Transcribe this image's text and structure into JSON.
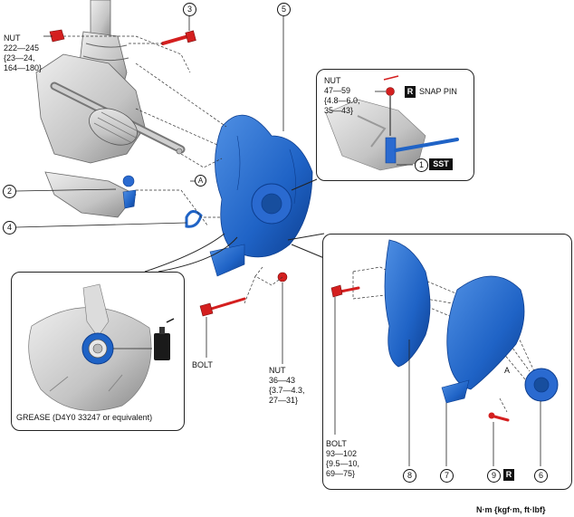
{
  "callouts": {
    "c1": "1",
    "c2": "2",
    "c3": "3",
    "c4": "4",
    "c5": "5",
    "c6": "6",
    "c7": "7",
    "c8": "8",
    "c9": "9",
    "ref_a1": "A",
    "ref_a2": "A"
  },
  "labels": {
    "nut_top": "NUT\n222—245\n{23—24,\n164—180}",
    "nut_snap": "NUT\n47—59\n{4.8—6.0,\n35—43}",
    "snap_pin": "SNAP PIN",
    "r_badge_snap": "R",
    "sst_badge": "SST",
    "bolt_left": "BOLT",
    "nut_mid": "NUT\n36—43\n{3.7—4.3,\n27—31}",
    "bolt_bottom": "BOLT\n93—102\n{9.5—10,\n69—75}",
    "r_badge_9": "R",
    "grease": "GREASE (D4Y0 33247 or equivalent)",
    "units": "N·m {kgf·m, ft·lbf}"
  },
  "colors": {
    "part_blue": "#1f63c6",
    "part_blue_dark": "#0d3e8f",
    "part_blue_light": "#4f8fe3",
    "metal_gray": "#c9c9c9",
    "metal_dark": "#8a8a8a",
    "fastener_red": "#d41f1f",
    "badge_black": "#111111"
  }
}
